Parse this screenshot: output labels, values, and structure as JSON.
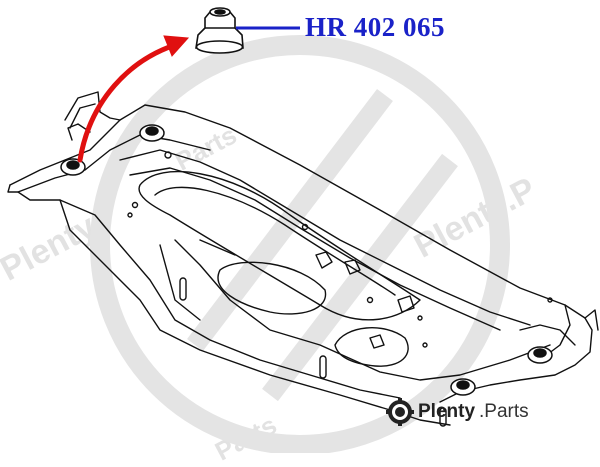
{
  "part_number": "HR 402 065",
  "brand": {
    "name": "Plenty",
    "suffix": ".Parts"
  },
  "watermark": {
    "left_text": "Plenty",
    "right_text": "Plenty.P",
    "small_text_1": "Parts",
    "small_text_2": "Parts"
  },
  "colors": {
    "part_number": "#1a22c8",
    "leader_line": "#1a22c8",
    "arrow": "#e01010",
    "outline": "#111111",
    "watermark": "#dedede"
  }
}
